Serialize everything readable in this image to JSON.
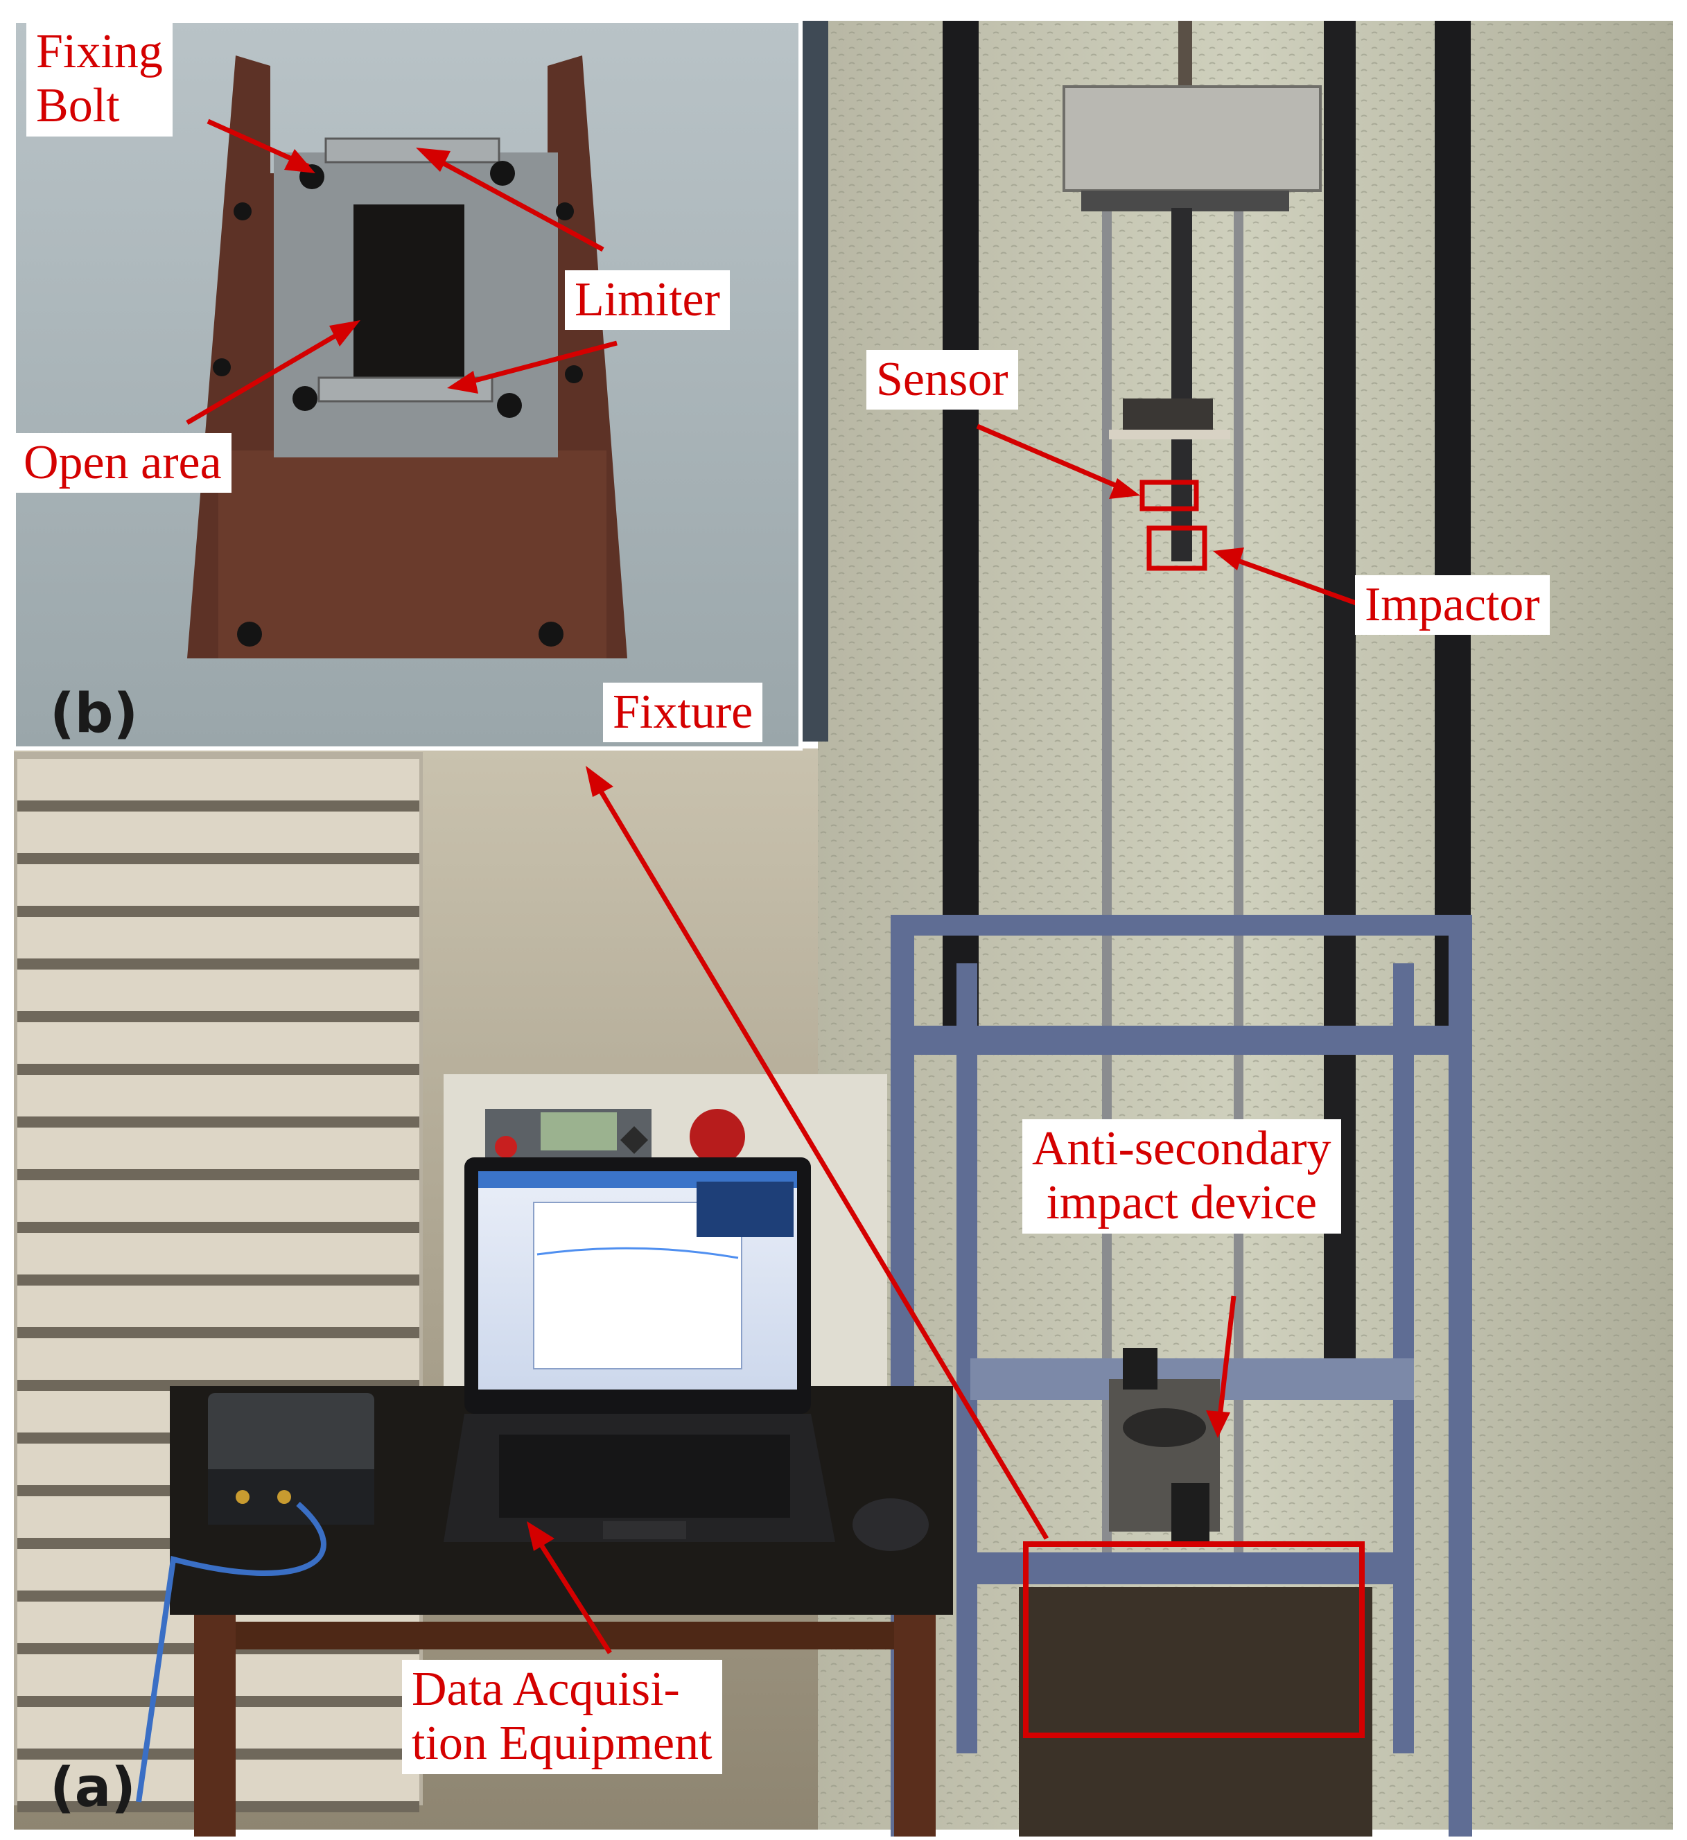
{
  "figure": {
    "panel_labels": {
      "a": "(a)",
      "b": "(b)"
    },
    "annotations": {
      "fixing_bolt": [
        "Fixing",
        "Bolt"
      ],
      "limiter": "Limiter",
      "open_area": "Open area",
      "fixture": "Fixture",
      "sensor": "Sensor",
      "impactor": "Impactor",
      "anti_secondary": [
        "Anti-secondary",
        "impact device"
      ],
      "data_acquisition": [
        "Data Acquisi-",
        "tion Equipment"
      ]
    },
    "annotation_color": "#d40000"
  }
}
